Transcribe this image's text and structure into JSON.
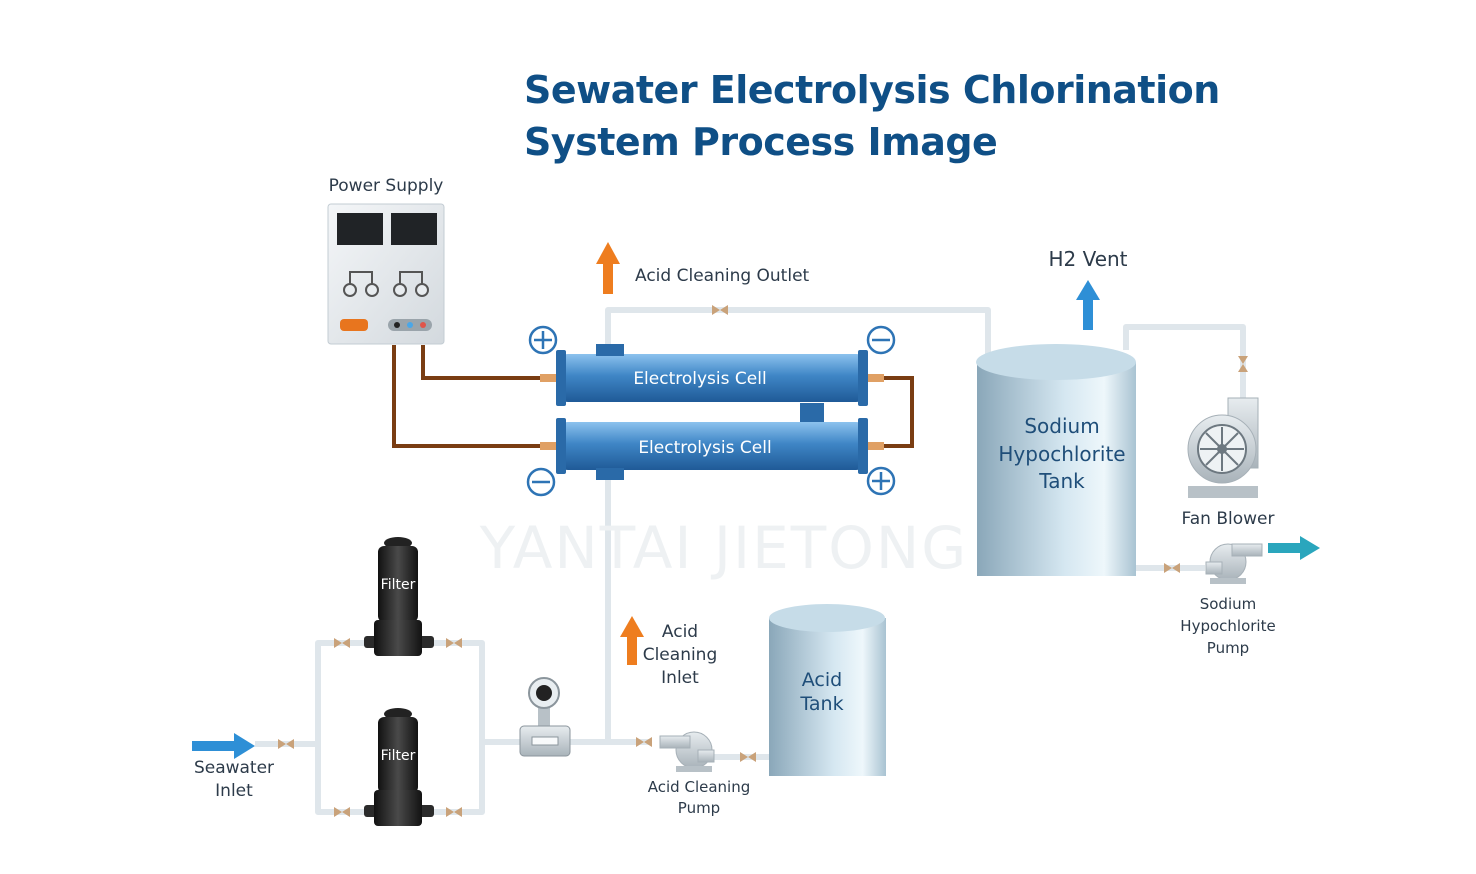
{
  "title": {
    "line1": "Sewater Electrolysis Chlorination",
    "line2": "System Process Image"
  },
  "labels": {
    "power_supply": "Power Supply",
    "acid_cleaning_outlet": "Acid Cleaning Outlet",
    "h2_vent": "H2 Vent",
    "electrolysis_cell_top": "Electrolysis Cell",
    "electrolysis_cell_bottom": "Electrolysis Cell",
    "tank_line1": "Sodium",
    "tank_line2": "Hypochlorite",
    "tank_line3": "Tank",
    "fan_blower": "Fan Blower",
    "hypo_pump_line1": "Sodium",
    "hypo_pump_line2": "Hypochlorite",
    "hypo_pump_line3": "Pump",
    "filter_top": "Filter",
    "filter_bottom": "Filter",
    "seawater_line1": "Seawater",
    "seawater_line2": "Inlet",
    "acid_inlet_line1": "Acid",
    "acid_inlet_line2": "Cleaning",
    "acid_inlet_line3": "Inlet",
    "acid_tank_line1": "Acid",
    "acid_tank_line2": "Tank",
    "acid_pump_line1": "Acid Cleaning",
    "acid_pump_line2": "Pump",
    "watermark": "YANTAI JIETONG"
  },
  "colors": {
    "title": "#0f4f86",
    "pipe": "#e9eef2",
    "cable": "#7a3d12",
    "arrow_orange": "#ee7d1f",
    "arrow_blue": "#2e8fd6",
    "arrow_teal": "#2aa6bd",
    "polarity": "#2e74b5",
    "cell": "#3f86c6"
  }
}
